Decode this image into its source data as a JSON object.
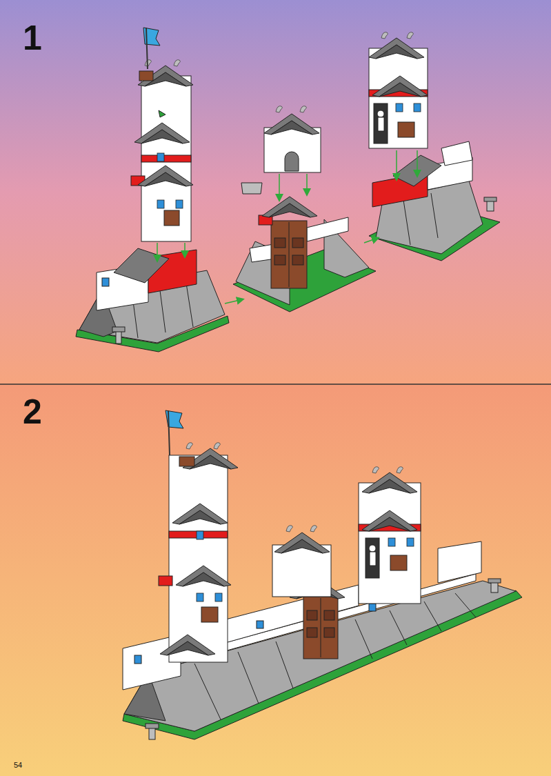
{
  "diagram": {
    "labels": [
      "1",
      "2",
      "54"
    ]
  }
}
